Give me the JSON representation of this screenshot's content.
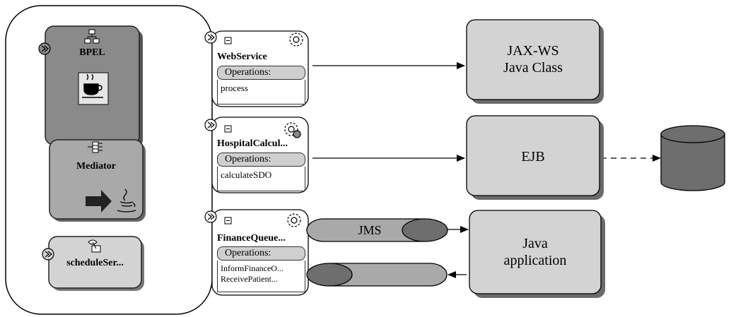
{
  "components": {
    "bpel": {
      "label": "BPEL",
      "icon": "bpel-process-icon",
      "java_icon": "java-cup-icon"
    },
    "mediator": {
      "label": "Mediator",
      "icon": "mediator-icon"
    },
    "schedule": {
      "label": "scheduleSer...",
      "icon": "business-rule-icon"
    }
  },
  "services": [
    {
      "title": "WebService",
      "operations_label": "Operations:",
      "operations": [
        "process"
      ]
    },
    {
      "title": "HospitalCalcul...",
      "operations_label": "Operations:",
      "operations": [
        "calculateSDO"
      ]
    },
    {
      "title": "FinanceQueue...",
      "operations_label": "Operations:",
      "operations": [
        "InformFinanceO...",
        "ReceivePatient..."
      ]
    }
  ],
  "externals": {
    "jaxws": {
      "line1": "JAX-WS",
      "line2": "Java Class"
    },
    "ejb": {
      "label": "EJB"
    },
    "java_app": {
      "line1": "Java",
      "line2": "application"
    }
  },
  "jms": {
    "label": "JMS"
  },
  "colors": {
    "dark_box": "#8a8a8a",
    "mid_box": "#a9a9a9",
    "light_box": "#d3d3d3",
    "cylinder": "#6e6e6e",
    "shadow": "#6a6a6a"
  }
}
